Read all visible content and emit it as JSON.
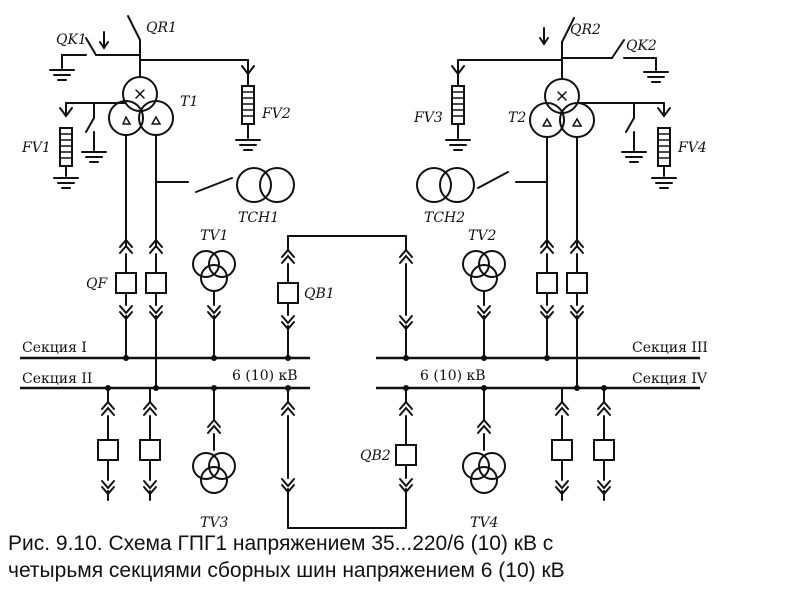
{
  "labels": {
    "qr1": "QR1",
    "qk1": "QK1",
    "t1": "T1",
    "fv1": "FV1",
    "fv2": "FV2",
    "tch1": "TCH1",
    "tv1": "TV1",
    "qf": "QF",
    "qb1": "QB1",
    "qr2": "QR2",
    "qk2": "QK2",
    "t2": "T2",
    "fv3": "FV3",
    "fv4": "FV4",
    "tch2": "TCH2",
    "tv2": "TV2",
    "tv3": "TV3",
    "tv4": "TV4",
    "qb2": "QB2"
  },
  "buses": {
    "sec1": "Секция I",
    "sec2": "Секция II",
    "sec3": "Секция III",
    "sec4": "Секция IV",
    "volt_left": "6 (10) кВ",
    "volt_right": "6 (10) кВ"
  },
  "caption": {
    "line1": "Рис. 9.10. Схема ГПГ1 напряжением 35...220/6 (10) кВ с",
    "line2": "четырьмя секциями сборных шин напряжением 6 (10) кВ"
  }
}
